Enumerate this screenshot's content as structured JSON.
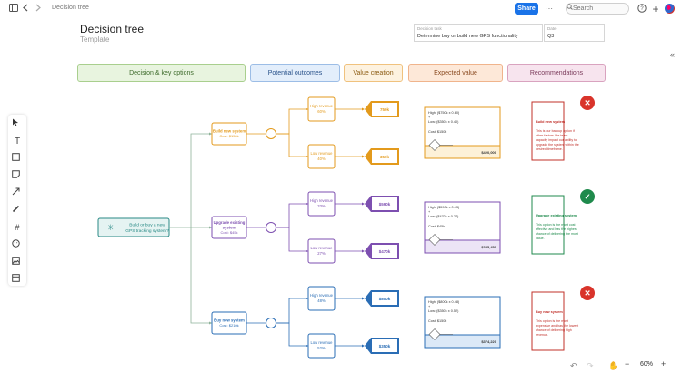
{
  "topbar": {
    "breadcrumb": "Decision tree",
    "share_label": "Share",
    "more_label": "···",
    "search_placeholder": "Search"
  },
  "document": {
    "title": "Decision tree",
    "subtitle": "Template",
    "meta": [
      {
        "label": "Decision task",
        "value": "Determine buy or build new GPS functionality"
      },
      {
        "label": "Date",
        "value": "Q3"
      }
    ]
  },
  "headers": [
    {
      "label": "Decision & key options",
      "bg": "#e8f4df",
      "border": "#a9cf8e",
      "color": "#3c6a2a"
    },
    {
      "label": "Potential outcomes",
      "bg": "#e3eefb",
      "border": "#9cbde6",
      "color": "#28518a"
    },
    {
      "label": "Value creation",
      "bg": "#fdf2e0",
      "border": "#f0c27e",
      "color": "#8a5a10"
    },
    {
      "label": "Expected value",
      "bg": "#fde8d8",
      "border": "#f0b48c",
      "color": "#8a4a20"
    },
    {
      "label": "Recommendations",
      "bg": "#f7e4ee",
      "border": "#d9a3bf",
      "color": "#7a3a5a"
    }
  ],
  "root": {
    "label_line1": "Build or buy a new",
    "label_line2": "GPS tracking system?"
  },
  "branches": [
    {
      "color": "#e39a1c",
      "fill": "#fdf1d8",
      "option": {
        "line1": "Build new system",
        "line2": "",
        "cost": "Cost: $150k"
      },
      "outcomes": [
        {
          "line1": "High revenue",
          "pct": "60%",
          "value": "750k"
        },
        {
          "line1": "Low revenue",
          "pct": "40%",
          "value": "350k"
        }
      ],
      "ev": {
        "high": "High: ($750k x 0.60)",
        "plus": "+",
        "low": "Low: ($350k x 0.40)",
        "cost": "Cost: $150k",
        "total": "$420,000"
      },
      "rec": {
        "mark": "✕",
        "mark_color": "#d9342b",
        "border": "#c0302a",
        "title": "Build new system",
        "text": [
          "This is our backup option if",
          "other factors like team",
          "capacity impact our ability to",
          "upgrade the system within the",
          "desired timeframe."
        ]
      }
    },
    {
      "color": "#7d4fb0",
      "fill": "#ece4f6",
      "option": {
        "line1": "Upgrade existing",
        "line2": "system",
        "cost": "Cost: $45k"
      },
      "outcomes": [
        {
          "line1": "High revenue",
          "pct": "33%",
          "value": "$590k"
        },
        {
          "line1": "Low revenue",
          "pct": "27%",
          "value": "$470k"
        }
      ],
      "ev": {
        "high": "High: ($590k x 0.43)",
        "plus": "+",
        "low": "Low: ($470k x 0.27)",
        "cost": "Cost: $45k",
        "total": "$385,450"
      },
      "rec": {
        "mark": "✓",
        "mark_color": "#1f8a4c",
        "border": "#1f8a4c",
        "title": "Upgrade existing system",
        "text": [
          "This option is the most cost",
          "effective and has the highest",
          "chance of delivering the most",
          "value."
        ]
      }
    },
    {
      "color": "#2a6db5",
      "fill": "#dce9f7",
      "option": {
        "line1": "Buy new system",
        "line2": "",
        "cost": "Cost: $210k"
      },
      "outcomes": [
        {
          "line1": "High revenue",
          "pct": "48%",
          "value": "$800k"
        },
        {
          "line1": "Low revenue",
          "pct": "52%",
          "value": "$350k"
        }
      ],
      "ev": {
        "high": "High: ($800k x 0.48)",
        "plus": "+",
        "low": "Low: ($350k x 0.52)",
        "cost": "Cost: $150k",
        "total": "$374,220"
      },
      "rec": {
        "mark": "✕",
        "mark_color": "#d9342b",
        "border": "#c0302a",
        "title": "Buy new system",
        "text": [
          "This option is the most",
          "expensive and has the lowest",
          "chance of delivering high",
          "revenue."
        ]
      }
    }
  ],
  "zoom": {
    "level": "60%",
    "minus": "−",
    "plus": "+"
  },
  "colors": {
    "root": "#2a8a86",
    "accent": "#1a73e8"
  }
}
